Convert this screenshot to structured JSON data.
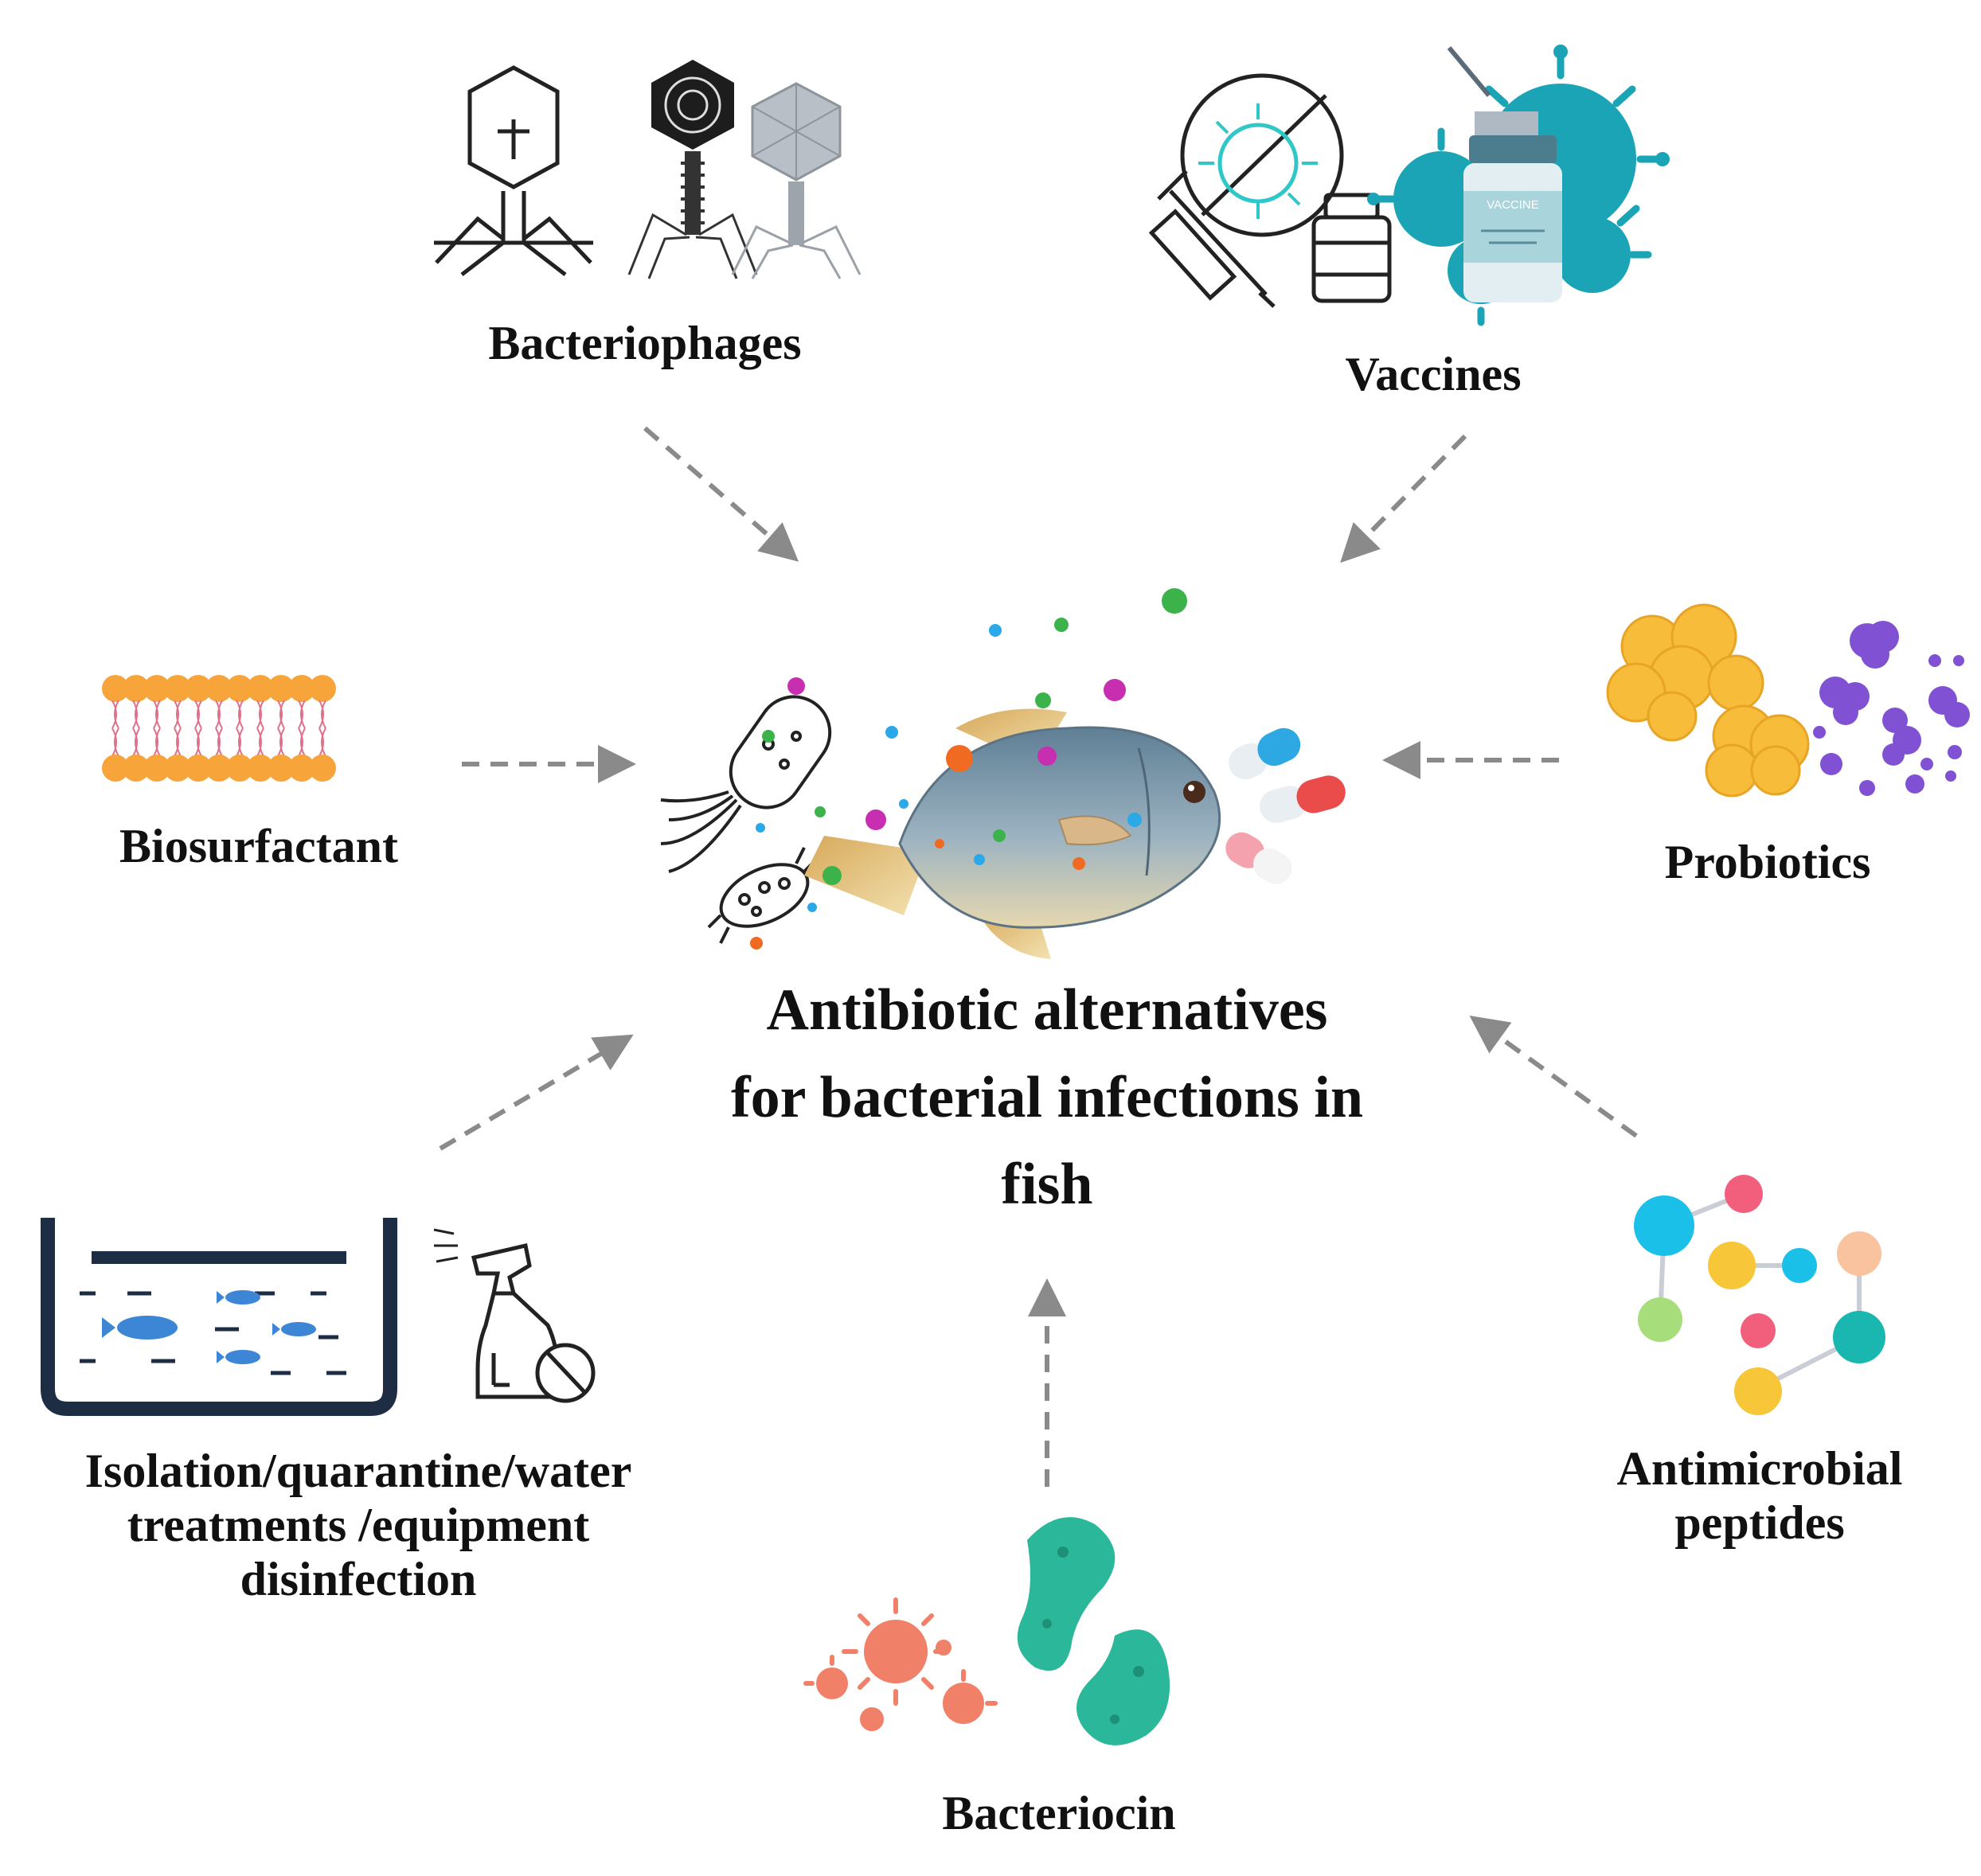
{
  "center": {
    "lines": [
      "Antibiotic alternatives",
      "for bacterial infections in",
      "fish"
    ]
  },
  "nodes": {
    "bacteriophages": {
      "label": "Bacteriophages"
    },
    "vaccines": {
      "label": "Vaccines",
      "vial_text": "VACCINE"
    },
    "biosurfactant": {
      "label": "Biosurfactant"
    },
    "probiotics": {
      "label": "Probiotics"
    },
    "isolation": {
      "lines": [
        "Isolation/quarantine/water",
        "treatments /equipment",
        "disinfection"
      ]
    },
    "amp": {
      "lines": [
        "Antimicrobial",
        "peptides"
      ]
    },
    "bacteriocin": {
      "label": "Bacteriocin"
    }
  },
  "colors": {
    "arrow": "#8a8a8a",
    "text": "#111111",
    "teal": "#2aa9b7",
    "orange": "#f7a53a",
    "purple": "#8a5bd6",
    "navy": "#1d2d44",
    "fishBlue": "#3d86d6",
    "coral": "#f1806a",
    "green": "#2bb89a"
  }
}
